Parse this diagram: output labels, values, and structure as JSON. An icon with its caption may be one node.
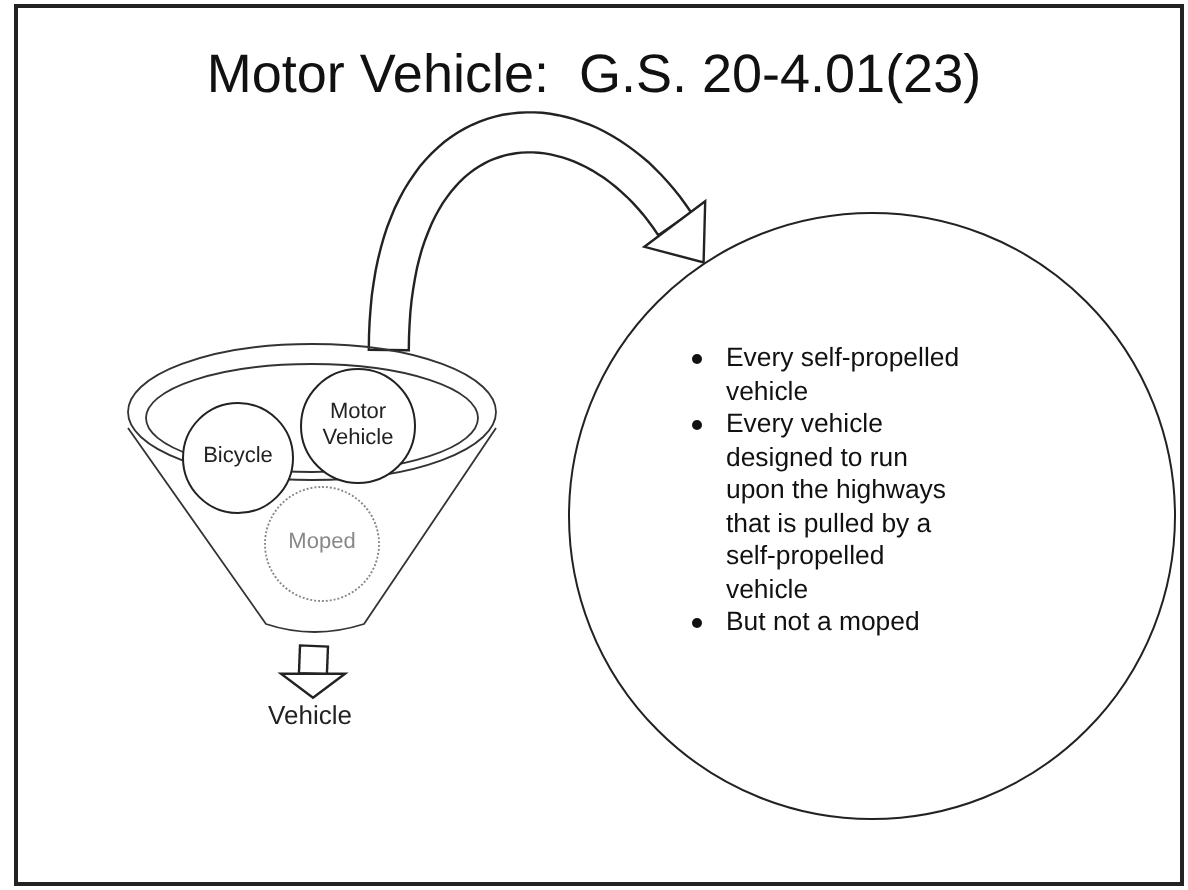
{
  "diagram": {
    "title": "Motor Vehicle:  G.S. 20-4.01(23)",
    "nodes": [
      {
        "text": [],
        "shape": "funnel"
      },
      {
        "text": [
          "Bicycle"
        ],
        "in": 0
      },
      {
        "text": [
          "Motor Vehicle"
        ],
        "in": 0
      },
      {
        "text": [
          "Moped"
        ],
        "in": 0
      },
      {
        "text": [
          "Vehicle"
        ]
      },
      {
        "text": [
          "Every self-propelled vehicle",
          "Every vehicle designed to run upon the highways that is pulled by a self-propelled vehicle",
          "But not a moped"
        ]
      }
    ],
    "edges": [
      {
        "from": 0,
        "to": 5,
        "arrow": "to"
      },
      {
        "from": 0,
        "to": 4,
        "arrow": "to"
      }
    ]
  }
}
